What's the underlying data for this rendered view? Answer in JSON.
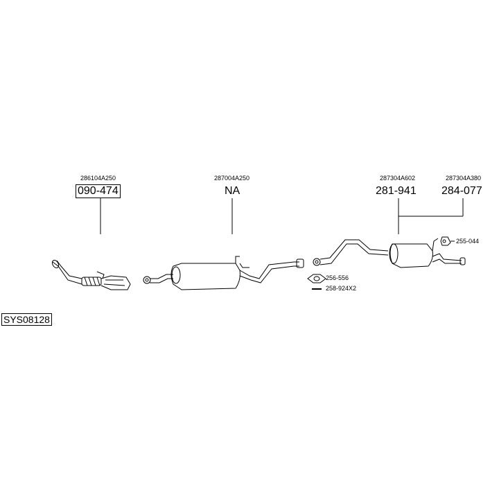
{
  "system_code": "SYS08128",
  "groups": [
    {
      "oem": "286104A250",
      "part": "090-474",
      "boxed": true
    },
    {
      "oem": "287004A250",
      "part": "NA",
      "boxed": false
    },
    {
      "oem": "287304A602",
      "part": "281-941",
      "boxed": false
    },
    {
      "oem": "287304A380",
      "part": "284-077",
      "boxed": false
    }
  ],
  "accessories": [
    {
      "part": "255-044",
      "icon": "hanger-icon"
    },
    {
      "part": "256-556",
      "icon": "gasket-icon"
    },
    {
      "part": "258-924X2",
      "icon": "bolt-icon"
    }
  ]
}
